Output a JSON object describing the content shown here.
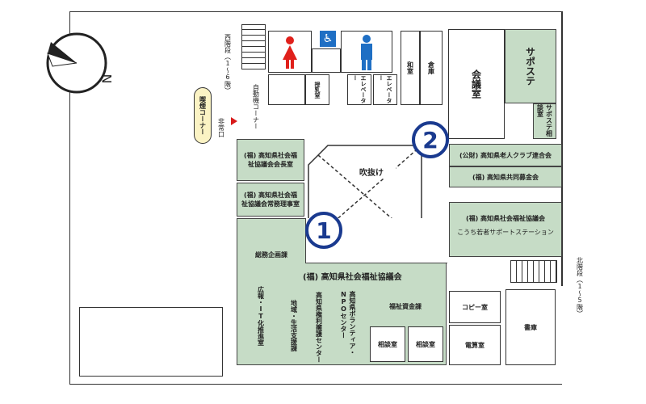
{
  "map": {
    "compass_letter": "N",
    "stairs_west": "西階段（1〜6階）",
    "smoking_corner": "喫煙コーナー",
    "emergency_exit": "非常口",
    "vending_corner": "自動機コーナー",
    "nursing_room": "授乳室",
    "elevator_1": "エレベーター",
    "elevator_2": "エレベーター",
    "washitsu": "和室",
    "storage_top": "倉庫",
    "conference_room": "会議室",
    "support_station": "サポステ",
    "support_consult": "サポステ相談室",
    "atrium": "吹抜け",
    "chairman_room": "(福) 高知県社会福祉協議会会長室",
    "managing_director_room": "(福) 高知県社会福祉協議会常務理事室",
    "elderly_club": "(公財) 高知県老人クラブ連合会",
    "community_chest": "(福) 高知県共同募金会",
    "welfare_council_right_1": "(福) 高知県社会福祉協議会",
    "welfare_council_right_2": "こうち若者サポートステーション",
    "welfare_council_main": "(福) 高知県社会福祉協議会",
    "stairs_north": "北階段（1〜5階）",
    "general_planning": "総務企画課",
    "pr_it": "広報・IT化推進室",
    "community_support": "地域・生活支援課",
    "rights_advocacy": "高知県権利擁護センター",
    "npo_center": "高知県ボランティア・NPOセンター",
    "welfare_funds": "福祉資金課",
    "consult_1": "相談室",
    "consult_2": "相談室",
    "copy_room": "コピー室",
    "computer_room": "電算室",
    "storage_bottom": "書庫",
    "marker_1": "1",
    "marker_2": "2",
    "colors": {
      "room_green": "#c6dcc6",
      "marker_blue": "#1a3a8f",
      "male_blue": "#1f6fc4",
      "female_red": "#e0201b",
      "smoking_bg": "#fbf3c4",
      "exit_red": "#d81a1a"
    }
  }
}
